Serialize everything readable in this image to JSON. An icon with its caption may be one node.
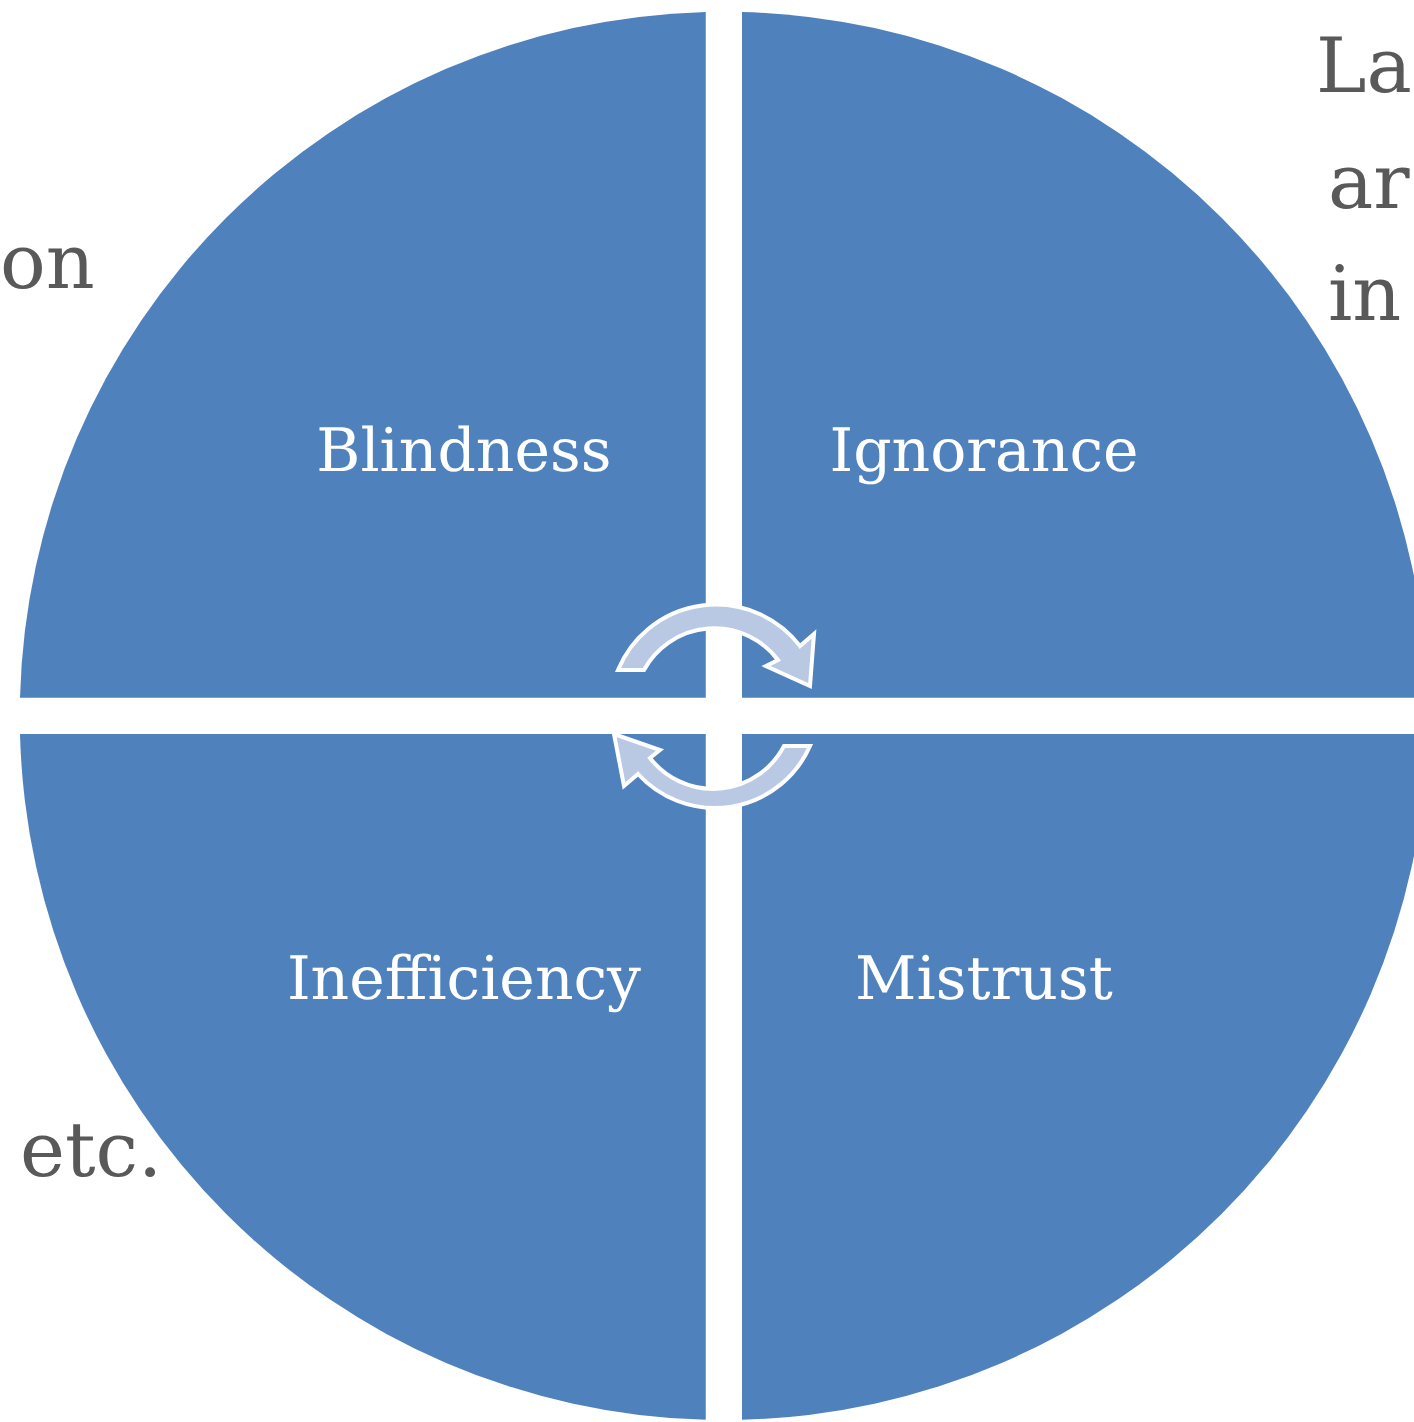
{
  "diagram": {
    "nodes": [
      {
        "text": [
          "Blindness"
        ]
      },
      {
        "text": [
          "Ignorance"
        ]
      },
      {
        "text": [
          "Inefficiency"
        ]
      },
      {
        "text": [
          "Mistrust"
        ]
      }
    ],
    "labels": [
      "on",
      "La",
      "ar",
      "in",
      "etc."
    ]
  }
}
